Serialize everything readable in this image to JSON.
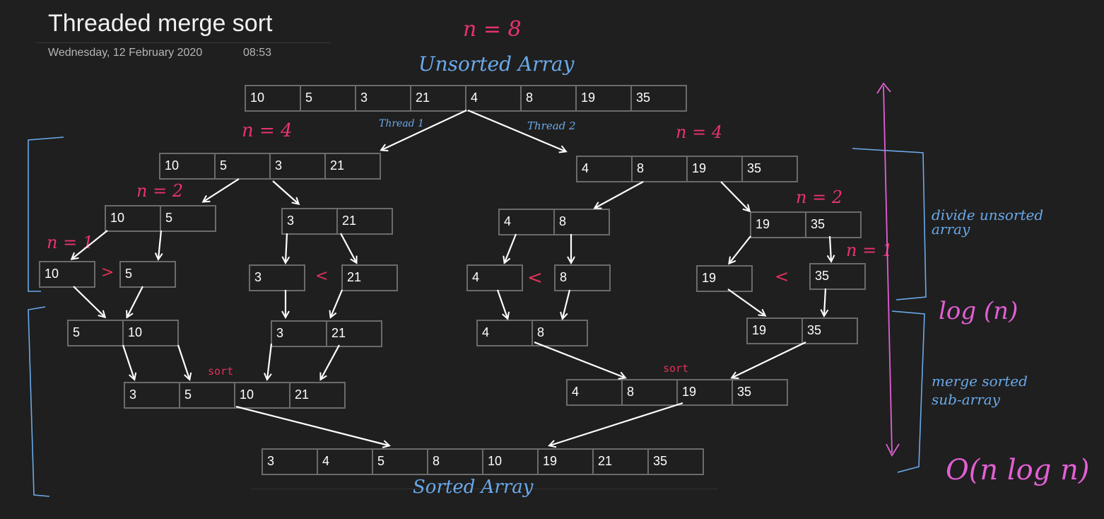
{
  "page": {
    "title": "Threaded merge sort",
    "date": "Wednesday, 12 February 2020",
    "time": "08:53"
  },
  "arrays": {
    "root": [
      "10",
      "5",
      "3",
      "21",
      "4",
      "8",
      "19",
      "35"
    ],
    "left_half": [
      "10",
      "5",
      "3",
      "21"
    ],
    "right_half": [
      "4",
      "8",
      "19",
      "35"
    ],
    "l_q1": [
      "10",
      "5"
    ],
    "l_q2": [
      "3",
      "21"
    ],
    "r_q1": [
      "4",
      "8"
    ],
    "r_q2": [
      "19",
      "35"
    ],
    "l_s1": [
      "10"
    ],
    "l_s2": [
      "5"
    ],
    "l_s3": [
      "3"
    ],
    "l_s4": [
      "21"
    ],
    "r_s1": [
      "4"
    ],
    "r_s2": [
      "8"
    ],
    "r_s3": [
      "19"
    ],
    "r_s4": [
      "35"
    ],
    "l_m1": [
      "5",
      "10"
    ],
    "l_m2": [
      "3",
      "21"
    ],
    "r_m1": [
      "4",
      "8"
    ],
    "r_m2": [
      "19",
      "35"
    ],
    "l_sorted": [
      "3",
      "5",
      "10",
      "21"
    ],
    "r_sorted": [
      "4",
      "8",
      "19",
      "35"
    ],
    "final": [
      "3",
      "4",
      "5",
      "8",
      "10",
      "19",
      "21",
      "35"
    ]
  },
  "annotations": {
    "n8": "n = 8",
    "n4_left": "n = 4",
    "n4_right": "n = 4",
    "n2_left": "n = 2",
    "n2_right": "n = 2",
    "n1_left": "n = 1",
    "n1_right": "n = 1",
    "unsorted_array": "Unsorted Array",
    "sorted_array": "Sorted Array",
    "thread1": "Thread 1",
    "thread2": "Thread 2",
    "sort_left": "sort",
    "sort_right": "sort",
    "divide_note": "divide unsorted array",
    "merge_note": "merge sorted sub-array",
    "log_n": "log (n)",
    "complexity": "O(n log n)",
    "cmp1": ">",
    "cmp2": "<",
    "cmp3": "<",
    "cmp4": "<"
  }
}
